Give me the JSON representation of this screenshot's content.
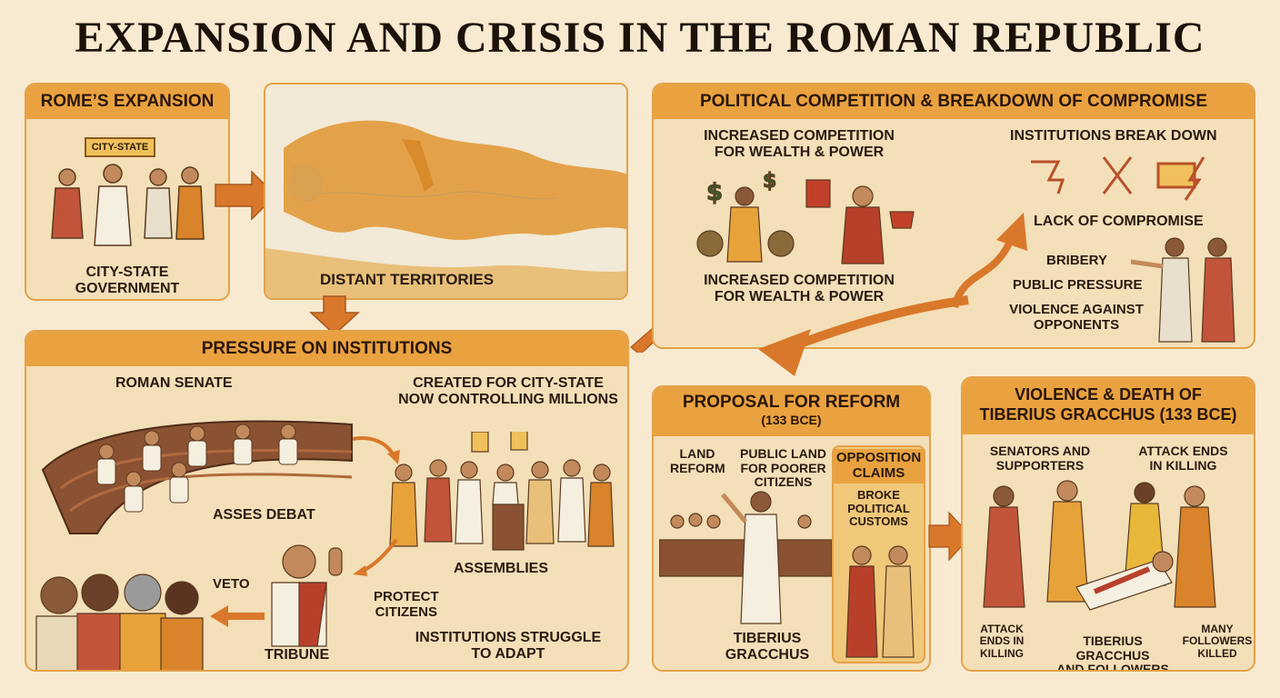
{
  "title": "EXPANSION AND CRISIS IN THE ROMAN REPUBLIC",
  "expansion": {
    "header": "ROME’S EXPANSION",
    "city_state_sign": "CITY-STATE",
    "caption": "CITY-STATE\nGOVERNMENT",
    "map_label": "DISTANT TERRITORIES"
  },
  "pressure": {
    "header": "PRESSURE ON INSTITUTIONS",
    "senate_label": "ROMAN SENATE",
    "senate_caption": "ASSES DEBAT",
    "created_for": "CREATED FOR CITY-STATE\nNOW CONTROLLING MILLIONS",
    "assemblies": "ASSEMBLIES",
    "veto": "VETO",
    "protect": "PROTECT\nCITIZENS",
    "tribune": "TRIBUNE",
    "struggle": "INSTITUTIONS STRUGGLE\nTO ADAPT"
  },
  "political": {
    "header": "POLITICAL COMPETITION & BREAKDOWN OF COMPROMISE",
    "competition_top": "INCREASED COMPETITION\nFOR WEALTH & POWER",
    "competition_bottom": "INCREASED COMPETITION\nFOR WEALTH & POWER",
    "institutions_break": "INSTITUTIONS BREAK DOWN",
    "lack": "LACK OF COMPROMISE",
    "bribery": "BRIBERY",
    "public_pressure": "PUBLIC PRESSURE",
    "violence": "VIOLENCE AGAINST\nOPPONENTS"
  },
  "reform": {
    "header": "PROPOSAL FOR REFORM",
    "date": "(133 BCE)",
    "land_reform": "LAND\nREFORM",
    "public_land": "PUBLIC LAND\nFOR POORER\nCITIZENS",
    "opposition_header": "OPPOSITION\nCLAIMS",
    "opposition_text": "BROKE\nPOLITICAL\nCUSTOMS",
    "name": "TIBERIUS\nGRACCHUS"
  },
  "violence": {
    "header": "VIOLENCE & DEATH OF\nTIBERIUS GRACCHUS (133 BCE)",
    "senators": "SENATORS AND\nSUPPORTERS",
    "attack_top": "ATTACK ENDS\nIN KILLING",
    "attack_bottom": "ATTACK\nENDS IN\nKILLING",
    "gracchus_followers": "TIBERIUS GRACCHUS\nAND FOLLOWERS",
    "many_killed": "MANY\nFOLLOWERS\nKILLED"
  },
  "colors": {
    "accent": "#e9a23f",
    "panel": "#f3dfb8",
    "arrow": "#d9782a",
    "background": "#f7ead0"
  }
}
